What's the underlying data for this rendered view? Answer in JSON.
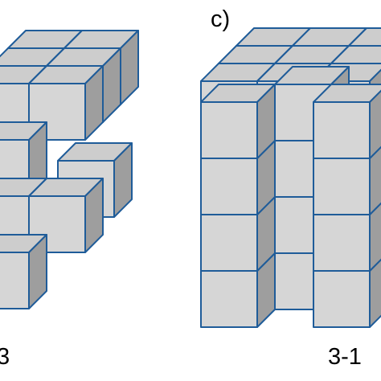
{
  "labels": {
    "panel_c": "c)",
    "left_caption": "3",
    "right_caption": "3-1"
  },
  "colors": {
    "front_face": "#d6d6d6",
    "top_face": "#cdcdcd",
    "side_face": "#9e9e9e",
    "edge": "#1f5c99",
    "background": "#ffffff"
  },
  "cube_structures": [
    {
      "name": "left-cube-structure",
      "description_visible": false
    },
    {
      "name": "right-cube-structure-3-1",
      "description_visible": false
    }
  ]
}
